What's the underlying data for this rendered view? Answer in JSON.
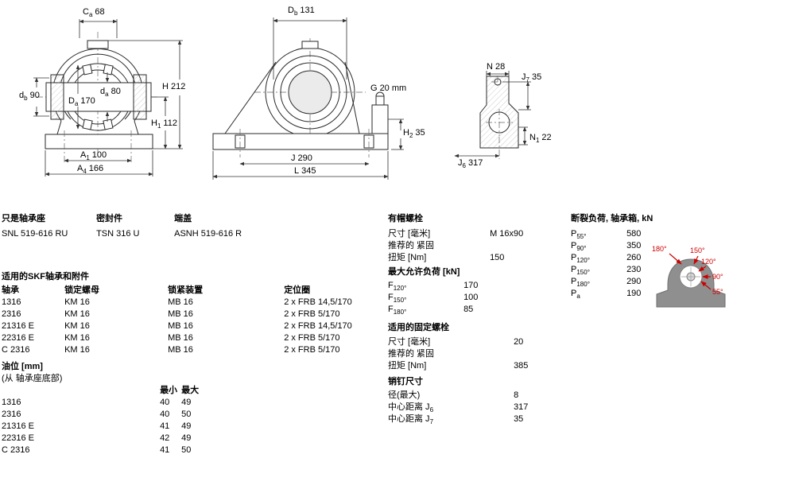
{
  "drawings": {
    "front_view": {
      "dims": {
        "Ca": {
          "main": "C",
          "sub": "a",
          "value": "68"
        },
        "db": {
          "main": "d",
          "sub": "b",
          "value": "90"
        },
        "Da": {
          "main": "D",
          "sub": "a",
          "value": "170"
        },
        "da": {
          "main": "d",
          "sub": "a",
          "value": "80"
        },
        "H": {
          "main": "H",
          "sub": "",
          "value": "212"
        },
        "H1": {
          "main": "H",
          "sub": "1",
          "value": "112"
        },
        "A1": {
          "main": "A",
          "sub": "1",
          "value": "100"
        },
        "A4": {
          "main": "A",
          "sub": "4",
          "value": "166"
        }
      }
    },
    "side_view": {
      "dims": {
        "Db": {
          "main": "D",
          "sub": "b",
          "value": "131"
        },
        "G": {
          "main": "G",
          "sub": "",
          "value": "20 mm"
        },
        "H2": {
          "main": "H",
          "sub": "2",
          "value": "35"
        },
        "J": {
          "main": "J",
          "sub": "",
          "value": "290"
        },
        "L": {
          "main": "L",
          "sub": "",
          "value": "345"
        }
      }
    },
    "end_view": {
      "dims": {
        "N": {
          "main": "N",
          "sub": "",
          "value": "28"
        },
        "J7": {
          "main": "J",
          "sub": "7",
          "value": "35"
        },
        "N1": {
          "main": "N",
          "sub": "1",
          "value": "22"
        },
        "J6": {
          "main": "J",
          "sub": "6",
          "value": "317"
        }
      }
    },
    "load_diagram": {
      "angles": [
        "180°",
        "150°",
        "120°",
        "90°",
        "55°"
      ],
      "arrow_color": "#cc0000"
    }
  },
  "product": {
    "housing_header": "只是轴承座",
    "housing_value": "SNL 519-616 RU",
    "seal_header": "密封件",
    "seal_value": "TSN 316 U",
    "cover_header": "端盖",
    "cover_value": "ASNH 519-616 R"
  },
  "bearings": {
    "header": "适用的SKF轴承和附件",
    "col_bearing": "轴承",
    "col_locknut": "锁定螺母",
    "col_lockdevice": "锁紧装置",
    "col_ring": "定位圈",
    "rows": [
      {
        "bearing": "1316",
        "locknut": "KM 16",
        "lockdevice": "MB 16",
        "ring": "2 x FRB 14,5/170"
      },
      {
        "bearing": "2316",
        "locknut": "KM 16",
        "lockdevice": "MB 16",
        "ring": "2 x FRB 5/170"
      },
      {
        "bearing": "21316 E",
        "locknut": "KM 16",
        "lockdevice": "MB 16",
        "ring": "2 x FRB 14,5/170"
      },
      {
        "bearing": "22316 E",
        "locknut": "KM 16",
        "lockdevice": "MB 16",
        "ring": "2 x FRB 5/170"
      },
      {
        "bearing": "C 2316",
        "locknut": "KM 16",
        "lockdevice": "MB 16",
        "ring": "2 x FRB 5/170"
      }
    ]
  },
  "oil_level": {
    "header": "油位 [mm]",
    "subheader": "(从 轴承座底部)",
    "col_min": "最小",
    "col_max": "最大",
    "rows": [
      {
        "bearing": "1316",
        "min": "40",
        "max": "49"
      },
      {
        "bearing": "2316",
        "min": "40",
        "max": "50"
      },
      {
        "bearing": "21316 E",
        "min": "41",
        "max": "49"
      },
      {
        "bearing": "22316 E",
        "min": "42",
        "max": "49"
      },
      {
        "bearing": "C 2316",
        "min": "41",
        "max": "50"
      }
    ]
  },
  "cap_bolts": {
    "header": "有帽螺栓",
    "size_label": "尺寸 [毫米]",
    "size_value": "M 16x90",
    "rec_label": "推荐的 紧固",
    "torque_label": "扭矩 [Nm]",
    "torque_value": "150"
  },
  "max_load": {
    "header": "最大允许负荷 [kN]",
    "rows": [
      {
        "main": "F",
        "sub": "120°",
        "value": "170"
      },
      {
        "main": "F",
        "sub": "150°",
        "value": "100"
      },
      {
        "main": "F",
        "sub": "180°",
        "value": "85"
      }
    ]
  },
  "attachment_bolts": {
    "header": "适用的固定螺栓",
    "size_label": "尺寸 [毫米]",
    "size_value": "20",
    "rec_label": "推荐的 紧固",
    "torque_label": "扭矩 [Nm]",
    "torque_value": "385"
  },
  "pin_dims": {
    "header": "销钉尺寸",
    "rows": [
      {
        "label": "径(最大)",
        "sub": "",
        "value": "8"
      },
      {
        "label": "中心距离 J",
        "sub": "6",
        "value": "317"
      },
      {
        "label": "中心距离 J",
        "sub": "7",
        "value": "35"
      }
    ]
  },
  "breaking_load": {
    "header": "断裂负荷, 轴承箱, kN",
    "rows": [
      {
        "main": "P",
        "sub": "55°",
        "value": "580"
      },
      {
        "main": "P",
        "sub": "90°",
        "value": "350"
      },
      {
        "main": "P",
        "sub": "120°",
        "value": "260"
      },
      {
        "main": "P",
        "sub": "150°",
        "value": "230"
      },
      {
        "main": "P",
        "sub": "180°",
        "value": "290"
      },
      {
        "main": "P",
        "sub": "a",
        "value": "190"
      }
    ]
  }
}
